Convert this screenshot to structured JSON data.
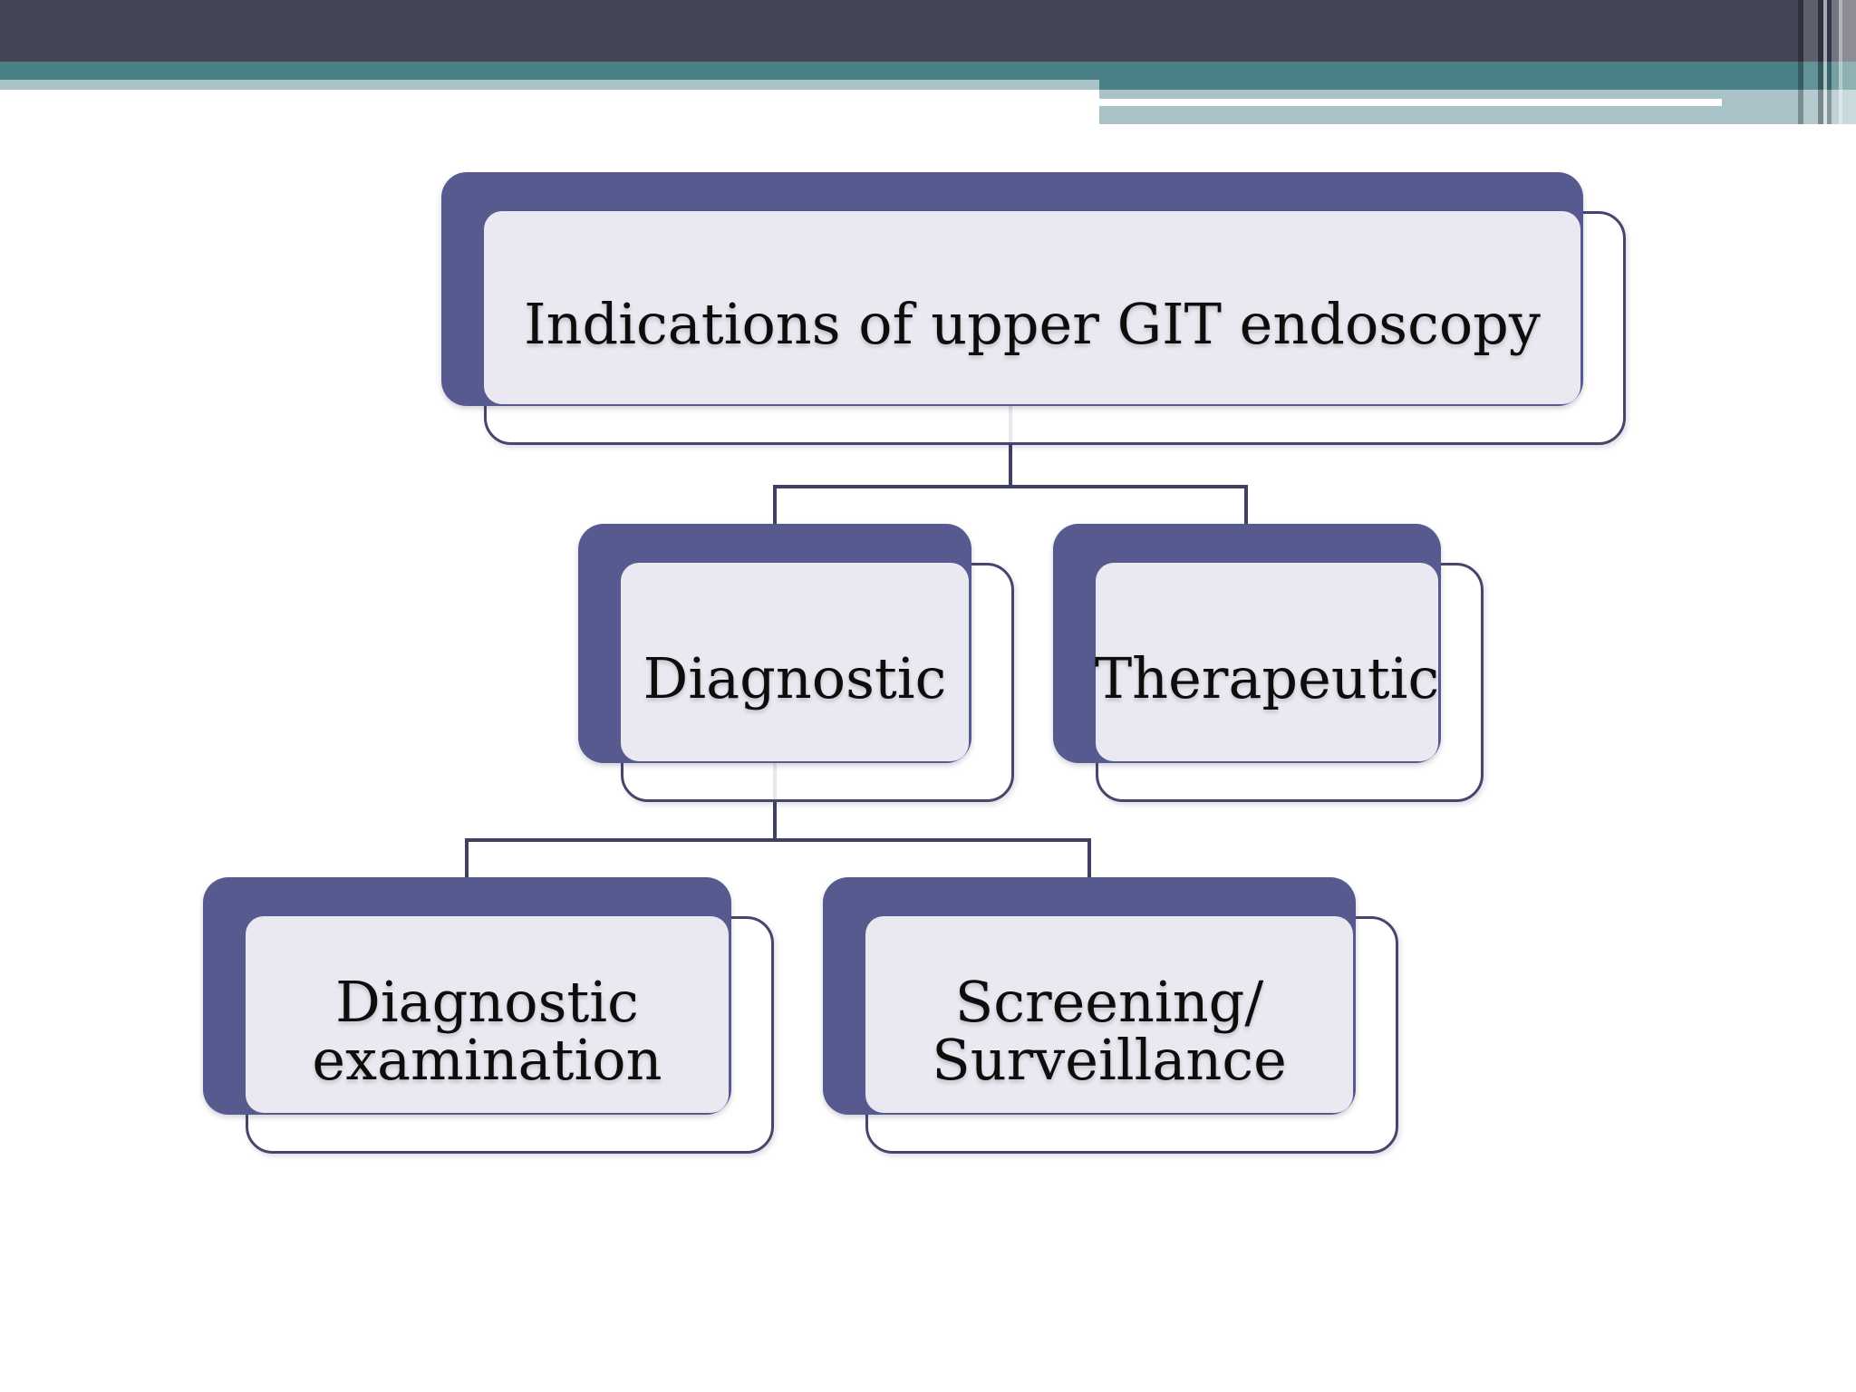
{
  "colors": {
    "background": "#ffffff",
    "header_dark": "#444656",
    "header_teal": "#4a8187",
    "header_light": "#a8c2c7",
    "node_back": "#575a8f",
    "node_fill": "#eae9f2",
    "frame_border": "#46466b",
    "frame_fill": "rgba(255,255,255,0.88)",
    "connector": "#3f4063",
    "text": "#0d0d0d"
  },
  "diagram": {
    "type": "hierarchy",
    "nodes": [
      {
        "id": "root",
        "parent": null,
        "label": "Indications of upper GIT endoscopy"
      },
      {
        "id": "diagnostic",
        "parent": "root",
        "label": "Diagnostic"
      },
      {
        "id": "therapeutic",
        "parent": "root",
        "label": "Therapeutic"
      },
      {
        "id": "diagnostic-examination",
        "parent": "diagnostic",
        "label": "Diagnostic examination"
      },
      {
        "id": "screening-surveillance",
        "parent": "diagnostic",
        "label": "Screening/ Surveillance"
      }
    ]
  }
}
